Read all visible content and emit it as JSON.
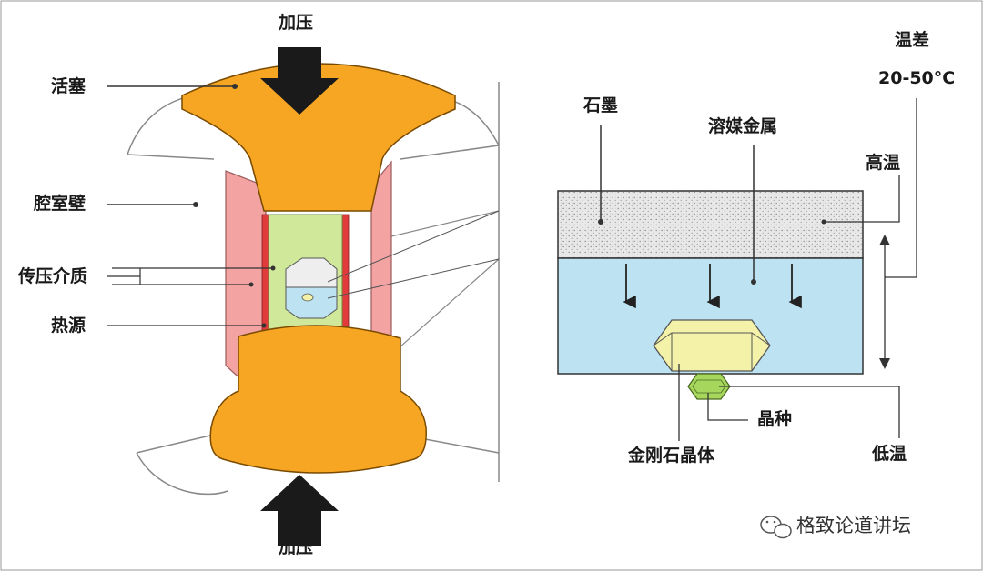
{
  "labels": {
    "press_top": "加压",
    "press_bottom": "加压",
    "piston": "活塞",
    "chamber_wall": "腔室壁",
    "pressure_medium": "传压介质",
    "heat_source": "热源",
    "graphite": "石墨",
    "solvent_metal": "溶媒金属",
    "temp_diff": "温差",
    "temp_range": "20-50°C",
    "high_temp": "高温",
    "seed": "晶种",
    "diamond": "金刚石晶体",
    "low_temp": "低温"
  },
  "watermark": {
    "icon": "wechat-icon",
    "text": "格致论道讲坛"
  },
  "colors": {
    "piston": "#f6a623",
    "wall": "#f4a3a3",
    "medium": "#cfe89a",
    "metal": "#bde3f3",
    "graphite": "#e6e6e6",
    "crystal": "#f3f2a8",
    "seed": "#a6d65c"
  }
}
